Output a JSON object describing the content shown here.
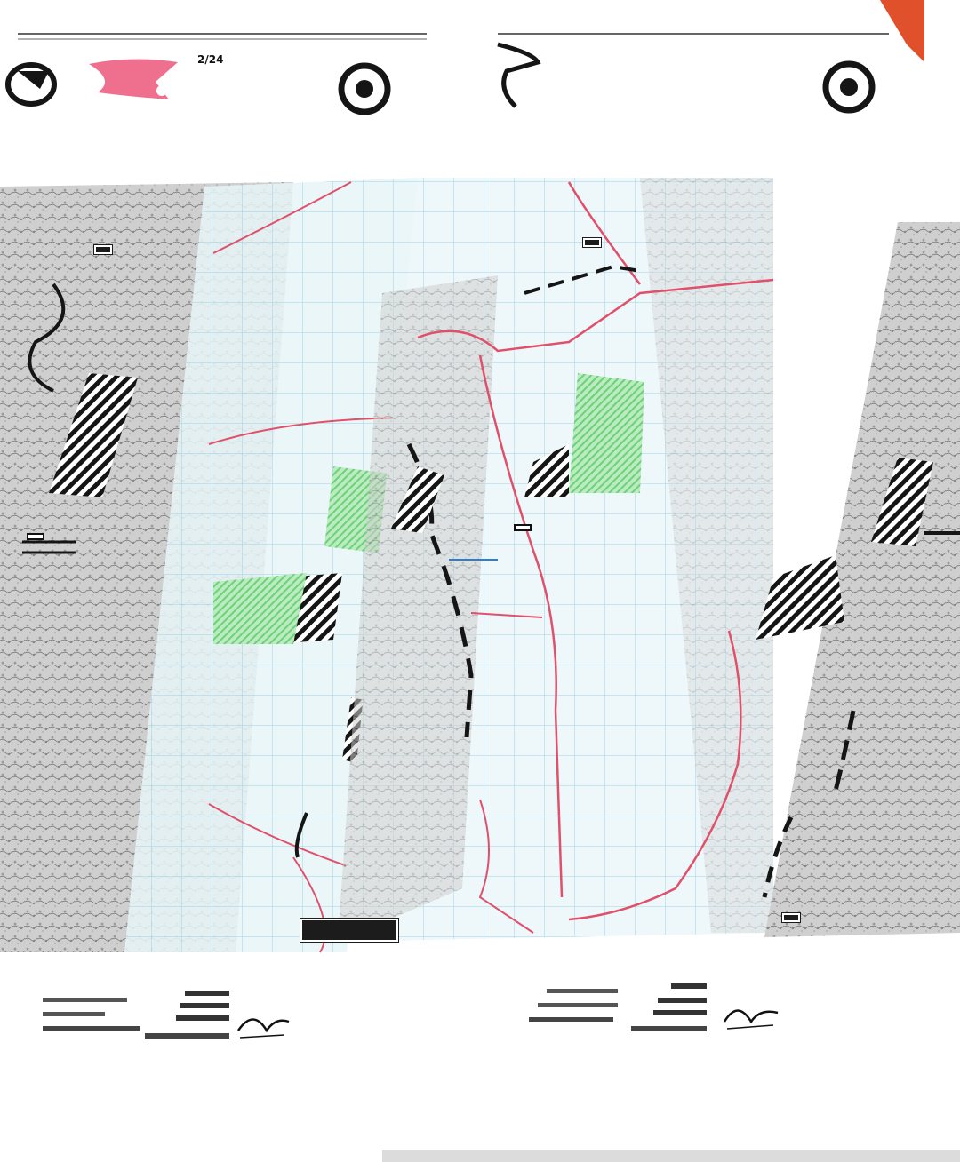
{
  "left_map": {
    "title": "",
    "page_no": "2/24",
    "labels": [
      {
        "text": "",
        "style": "dark"
      },
      {
        "text": "",
        "style": "light"
      }
    ],
    "elevations": []
  },
  "right_map": {
    "title": "",
    "page_no": "",
    "labels": [
      {
        "text": "",
        "style": "dark"
      },
      {
        "text": "",
        "style": "light"
      },
      {
        "text": "",
        "style": "dark"
      }
    ],
    "elevations": []
  },
  "colors": {
    "grid_blue": "#5fb6d6",
    "road_red": "#e0506a",
    "hatch_dark": "#151515",
    "green_zone": "#6fcf7a",
    "terrain": "#bdbdbd",
    "pink_flag": "#ef6f8f",
    "orange_flag": "#e0502a"
  },
  "icons": [
    "coat-of-arms-icon",
    "flag-icon",
    "compass-rose-icon",
    "signature-icon"
  ]
}
